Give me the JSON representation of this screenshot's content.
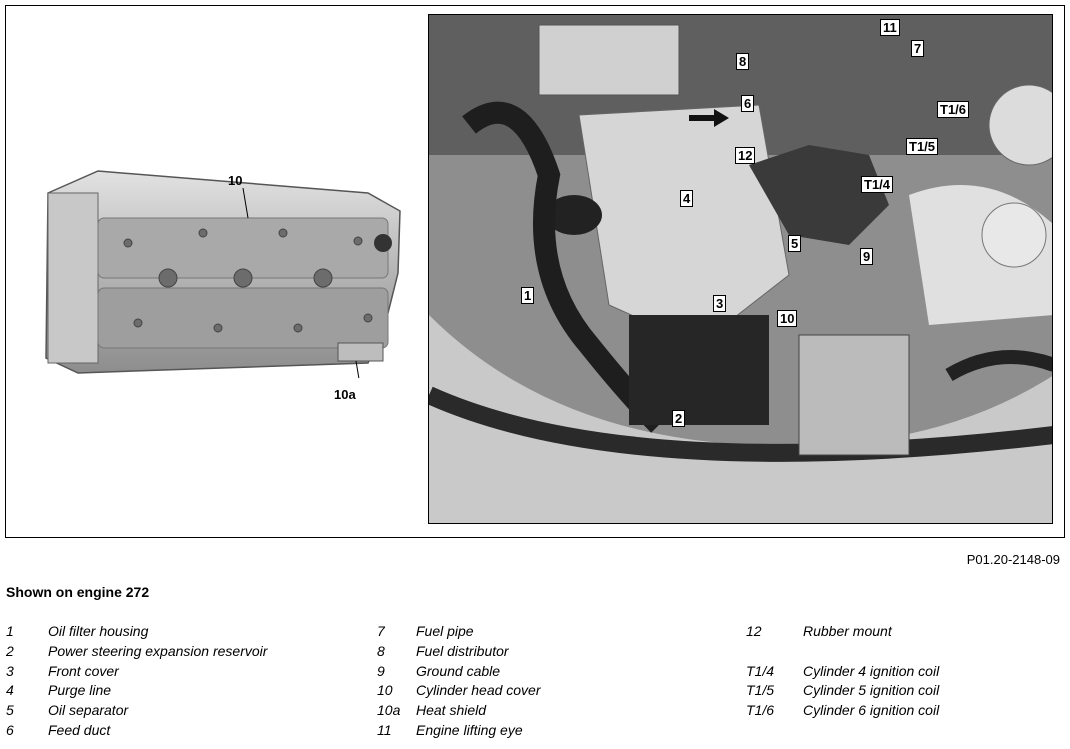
{
  "figure": {
    "id": "P01.20-2148-09",
    "drawing_callouts": [
      "10",
      "10a"
    ],
    "photo_callouts": [
      "11",
      "7",
      "8",
      "6",
      "T1/6",
      "T1/5",
      "12",
      "T1/4",
      "4",
      "5",
      "9",
      "1",
      "3",
      "10",
      "2"
    ]
  },
  "caption": "Shown on engine 272",
  "legend": {
    "col1": [
      {
        "num": "1",
        "text": "Oil filter housing"
      },
      {
        "num": "2",
        "text": "Power steering expansion reservoir"
      },
      {
        "num": "3",
        "text": "Front cover"
      },
      {
        "num": "4",
        "text": "Purge line"
      },
      {
        "num": "5",
        "text": "Oil separator"
      },
      {
        "num": "6",
        "text": "Feed duct"
      }
    ],
    "col2": [
      {
        "num": "7",
        "text": "Fuel pipe"
      },
      {
        "num": "8",
        "text": "Fuel distributor"
      },
      {
        "num": "9",
        "text": "Ground cable"
      },
      {
        "num": "10",
        "text": "Cylinder head cover"
      },
      {
        "num": "10a",
        "text": "Heat shield"
      },
      {
        "num": "11",
        "text": "Engine lifting eye"
      }
    ],
    "col3": [
      {
        "num": "12",
        "text": "Rubber mount"
      },
      {
        "num": "",
        "text": ""
      },
      {
        "num": "T1/4",
        "text": "Cylinder 4 ignition coil"
      },
      {
        "num": "T1/5",
        "text": "Cylinder 5 ignition coil"
      },
      {
        "num": "T1/6",
        "text": "Cylinder 6 ignition coil"
      }
    ]
  }
}
